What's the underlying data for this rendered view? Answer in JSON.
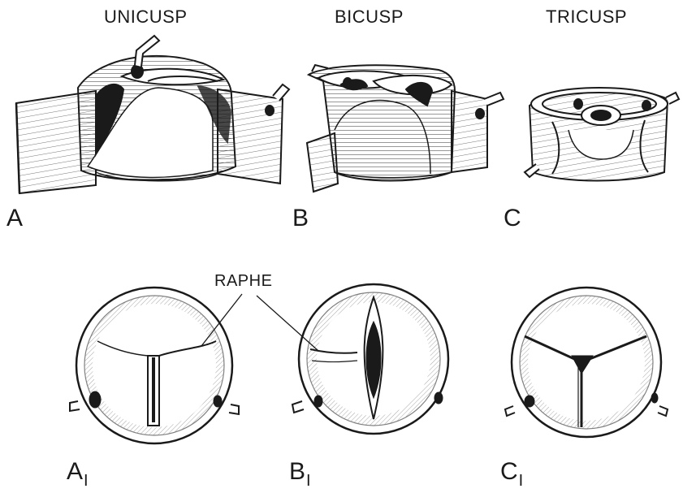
{
  "headings": {
    "unicusp": "UNICUSP",
    "bicusp": "BICUSP",
    "tricusp": "TRICUSP"
  },
  "panels": {
    "a": "A",
    "b": "B",
    "c": "C",
    "a1_base": "A",
    "a1_sub": "I",
    "b1_base": "B",
    "b1_sub": "I",
    "c1_base": "C",
    "c1_sub": "I"
  },
  "annotation": {
    "raphe": "RAPHE"
  },
  "colors": {
    "ink": "#1a1a1a",
    "paper": "#ffffff"
  }
}
